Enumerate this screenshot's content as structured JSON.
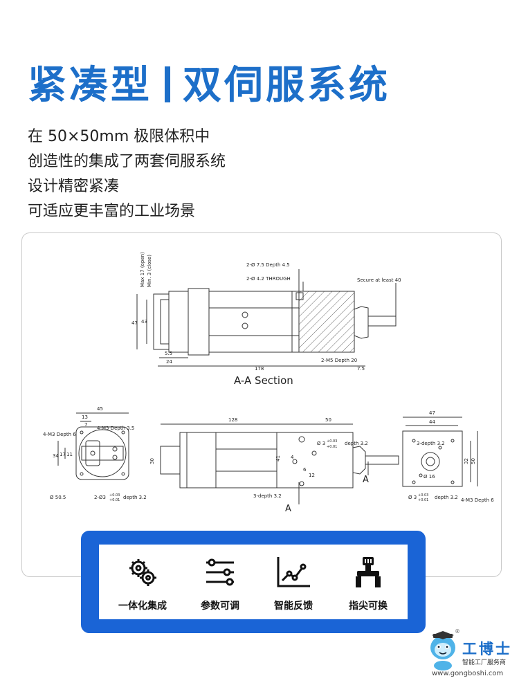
{
  "header": {
    "title_left": "紧凑型",
    "title_right": "双伺服系统"
  },
  "intro": {
    "lines": [
      "在 50×50mm 极限体积中",
      "创造性的集成了两套伺服系统",
      "设计精密紧凑",
      "可适应更丰富的工业场景"
    ]
  },
  "drawing": {
    "section_label": "A-A Section",
    "section_mark": "A",
    "top_view": {
      "labels": {
        "max_open": "Max 17 (open)",
        "min_close": "Min. 3 (close)",
        "hole_depth": "2-Ø 7.5 Depth 4.5",
        "through": "2-Ø 4.2 THROUGH",
        "secure": "Secure at least 40",
        "m5": "2-M5 Depth 20",
        "d47": "47",
        "d43": "43",
        "d5_5": "5.5",
        "d24": "24",
        "d178": "178",
        "d7_5": "7.5"
      }
    },
    "front_view": {
      "labels": {
        "d45": "45",
        "d13": "13",
        "d7": "7",
        "m3_left": "4-M3 Depth 6",
        "m3_mid": "4-M3 Depth 3.5",
        "d34": "34",
        "d17": "17",
        "d11": "11",
        "dia": "Ø 50.5",
        "pin": "2-Ø3",
        "pin_tol_plus": "+0.03",
        "pin_tol_minus": "+0.01",
        "pin_depth": "depth 3.2"
      }
    },
    "side_view": {
      "labels": {
        "d128": "128",
        "d50": "50",
        "d30": "30",
        "d41": "41",
        "d4": "4",
        "d6": "6",
        "d12": "12",
        "pin": "Ø 3",
        "pin_tol_plus": "+0.03",
        "pin_tol_minus": "+0.01",
        "pin_depth": "depth 3.2",
        "d3_depth": "3-depth 3.2"
      }
    },
    "end_view": {
      "labels": {
        "d47": "47",
        "d44": "44",
        "d3_depth": "3-depth 3.2",
        "d32": "32",
        "d50": "50",
        "d16": "Ø 16",
        "pin": "Ø 3",
        "pin_tol_plus": "+0.03",
        "pin_tol_minus": "+0.01",
        "pin_depth": "depth 3.2",
        "m3": "4-M3 Depth 6"
      }
    }
  },
  "features": [
    {
      "icon": "gears-icon",
      "label": "一体化集成"
    },
    {
      "icon": "sliders-icon",
      "label": "参数可调"
    },
    {
      "icon": "line-chart-icon",
      "label": "智能反馈"
    },
    {
      "icon": "gripper-icon",
      "label": "指尖可换"
    }
  ],
  "logo": {
    "brand": "工博士",
    "slogan": "智能工厂服务商",
    "url": "www.gongboshi.com",
    "reg": "®"
  },
  "colors": {
    "accent": "#1d6fc9",
    "feature_bar": "#1a64d6"
  }
}
